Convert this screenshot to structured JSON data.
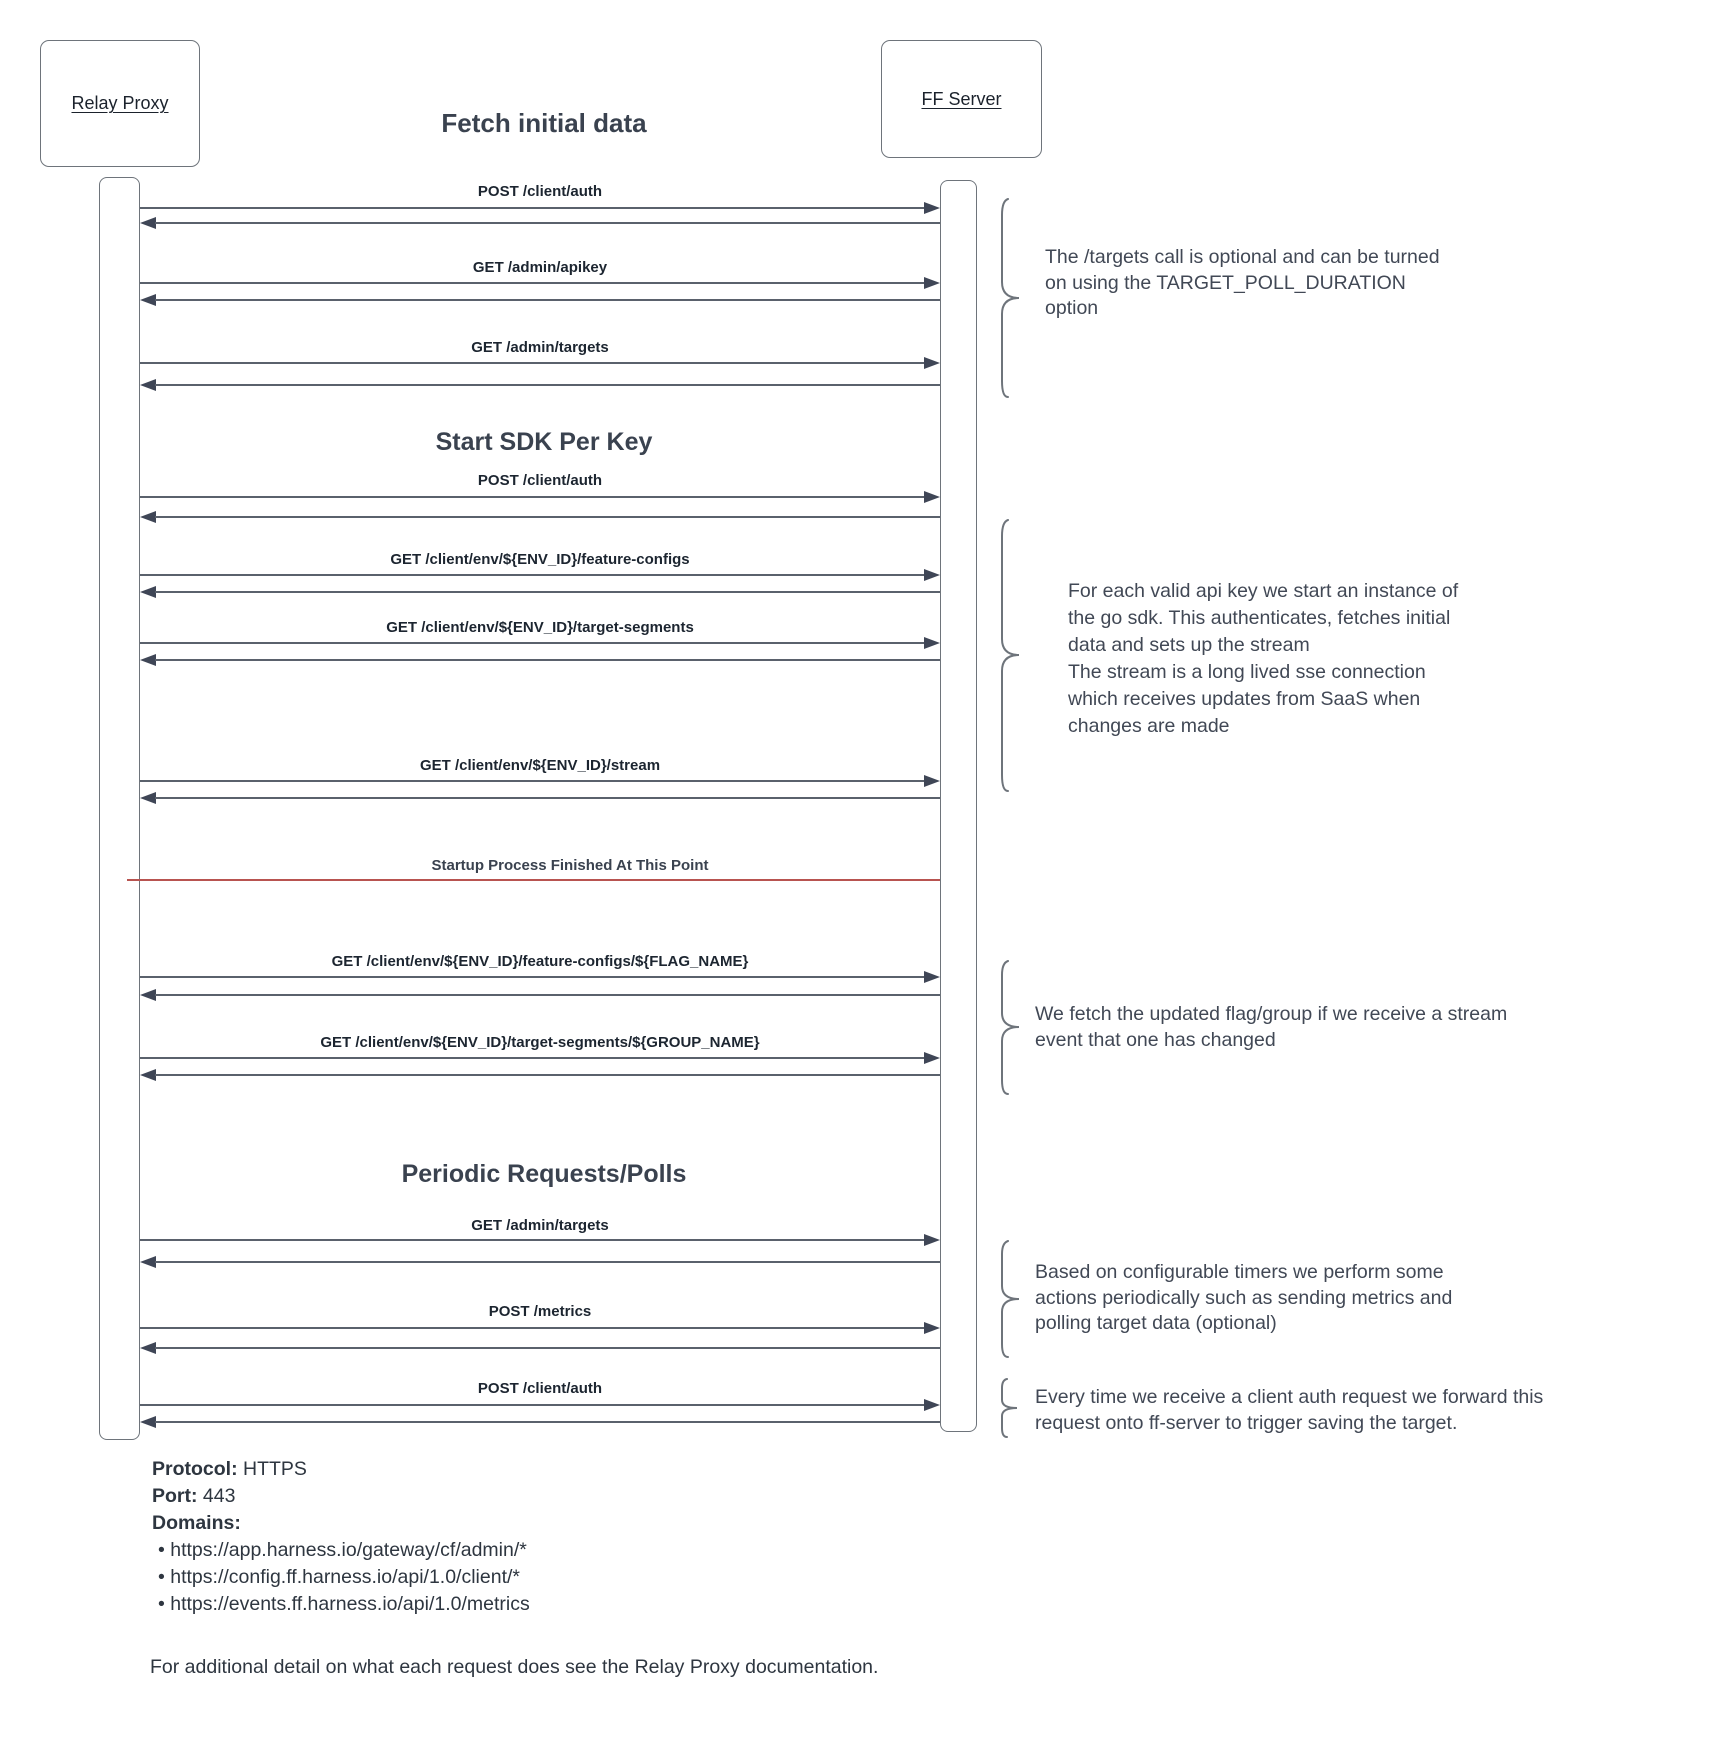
{
  "diagram_title": "Fetch initial data",
  "actors": {
    "left": "Relay Proxy",
    "right": "FF Server"
  },
  "sections": {
    "start_sdk": "Start SDK Per Key",
    "periodic": "Periodic Requests/Polls",
    "divider": "Startup Process Finished At This Point"
  },
  "messages": [
    "POST /client/auth",
    "GET /admin/apikey",
    "GET /admin/targets",
    "POST /client/auth",
    "GET /client/env/${ENV_ID}/feature-configs",
    "GET /client/env/${ENV_ID}/target-segments",
    "GET /client/env/${ENV_ID}/stream",
    "GET /client/env/${ENV_ID}/feature-configs/${FLAG_NAME}",
    "GET /client/env/${ENV_ID}/target-segments/${GROUP_NAME}",
    "GET /admin/targets",
    "POST /metrics",
    "POST /client/auth"
  ],
  "annotations": [
    "The /targets call is optional and can be turned\non using the TARGET_POLL_DURATION\noption",
    "For each valid api key we start an instance of\nthe go sdk. This authenticates, fetches initial\ndata and sets up the stream\nThe stream is a long lived sse connection\nwhich receives updates from SaaS when\nchanges are made",
    "We fetch the updated flag/group if we receive a stream\nevent that one has changed",
    "Based on configurable timers we perform some\nactions periodically such as sending metrics and\npolling target data (optional)",
    "Every time we receive a client auth request we forward this\nrequest onto ff-server to trigger saving the target."
  ],
  "info": {
    "protocol_label": "Protocol:",
    "protocol_value": " HTTPS",
    "port_label": "Port:",
    "port_value": " 443",
    "domains_label": "Domains:",
    "domains": [
      "• https://app.harness.io/gateway/cf/admin/*",
      "• https://config.ff.harness.io/api/1.0/client/*",
      "• https://events.ff.harness.io/api/1.0/metrics"
    ]
  },
  "footer": "For additional detail on what each request does see the Relay Proxy documentation.",
  "colors": {
    "divider_red": "#b85450",
    "arrow_dark": "#3f4656",
    "border_gray": "#6e747b",
    "text_dark": "#1c2530"
  }
}
